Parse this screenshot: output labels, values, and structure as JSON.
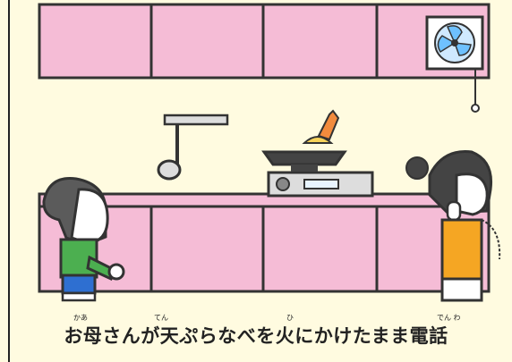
{
  "caption": {
    "text": "お母さんが天ぷらなべを火にかけたまま電話",
    "ruby": [
      {
        "text": "かあ",
        "over": "母"
      },
      {
        "text": "てん",
        "over": "天"
      },
      {
        "text": "ひ",
        "over": "火"
      },
      {
        "text": "でん わ",
        "over": "電話"
      }
    ]
  },
  "colors": {
    "background": "#fffbe0",
    "cabinet": "#f5bcd6",
    "outline": "#333333",
    "shirt_boy": "#4caf50",
    "pants_boy": "#2e6fd1",
    "apron_mother": "#f5a623",
    "fan": "#6ec1ff"
  }
}
